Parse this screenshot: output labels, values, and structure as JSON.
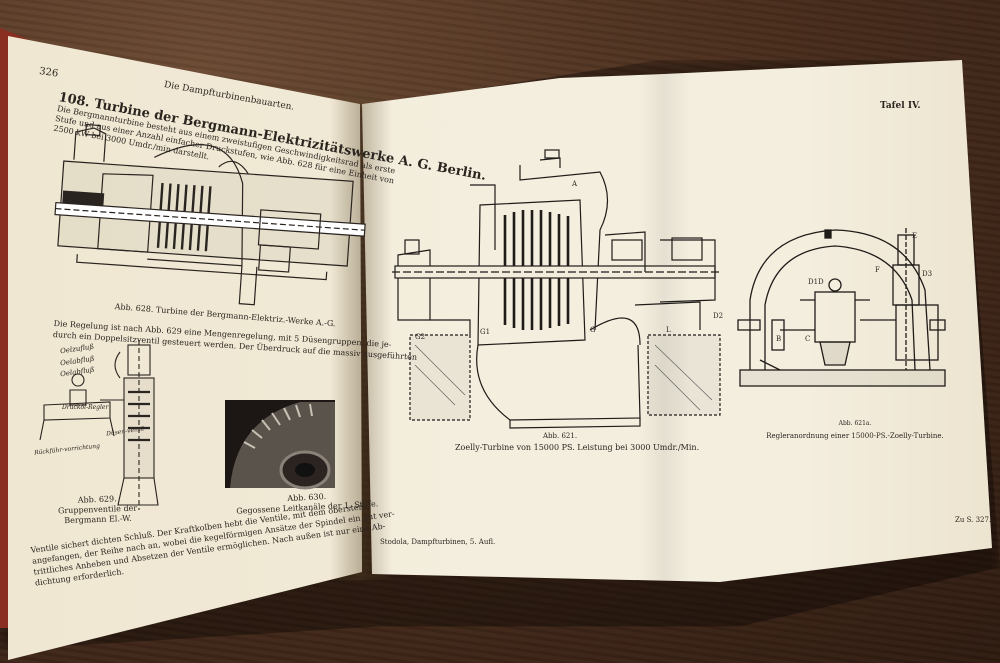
{
  "left_page": {
    "page_number": "326",
    "running_head": "Die Dampfturbinenbauarten.",
    "section_title": "108. Turbine der Bergmann-Elektrizitätswerke A. G. Berlin.",
    "intro_lines": [
      "Die Bergmannturbine besteht aus einem zweistufigen Geschwindigkeitsrad als erste",
      "Stufe und aus einer Anzahl einfacher Druckstufen, wie Abb. 628 für eine Einheit von",
      "2500 kW bei 3000 Umdr./min darstellt."
    ],
    "fig628_caption": "Abb. 628. Turbine der Bergmann-Elektriz.-Werke A.-G.",
    "regulation_lines": [
      "Die Regelung ist nach Abb. 629 eine Mengenregelung, mit 5 Düsengruppen, die je-",
      "durch ein Doppelsitzventil gesteuert werden. Der Überdruck auf die massiv ausgeführten"
    ],
    "fig629_labels": [
      "Oelzufluß",
      "Oelabfluß",
      "Oelabfluß",
      "Drucköl-Regler",
      "Rückführ-vorrichtung",
      "Düsen-ventil"
    ],
    "fig629_caption": [
      "Abb. 629.",
      "Gruppenventile der",
      "Bergmann El.-W."
    ],
    "fig630_caption": [
      "Abb. 630.",
      "Gegossene Leitkanäle der 1. Stufe."
    ],
    "bottom_lines": [
      "Ventile sichert dichten Schluß. Der Kraftkolben hebt die Ventile, mit dem obersten",
      "angefangen, der Reihe nach an, wobei die kegelförmigen Ansätze der Spindel ein gut ver-",
      "trittliches Anheben und Absetzen der Ventile ermöglichen. Nach außen ist nur eine Ab-",
      "dichtung erforderlich."
    ]
  },
  "right_page": {
    "plate_label": "Tafel IV.",
    "fig621_caption": [
      "Abb. 621.",
      "Zoelly-Turbine von 15000 PS. Leistung bei 3000 Umdr./Min."
    ],
    "fig621a_caption": [
      "Abb. 621a.",
      "Regleranordnung einer 15000-PS.-Zoelly-Turbine."
    ],
    "footer_left": "Stodola, Dampfturbinen, 5. Aufl.",
    "footer_right": "Zu S. 327.",
    "drawing_letters": [
      "A",
      "B",
      "C",
      "D",
      "E",
      "F",
      "G",
      "G1",
      "G2",
      "D1",
      "D2",
      "D3",
      "L"
    ]
  }
}
